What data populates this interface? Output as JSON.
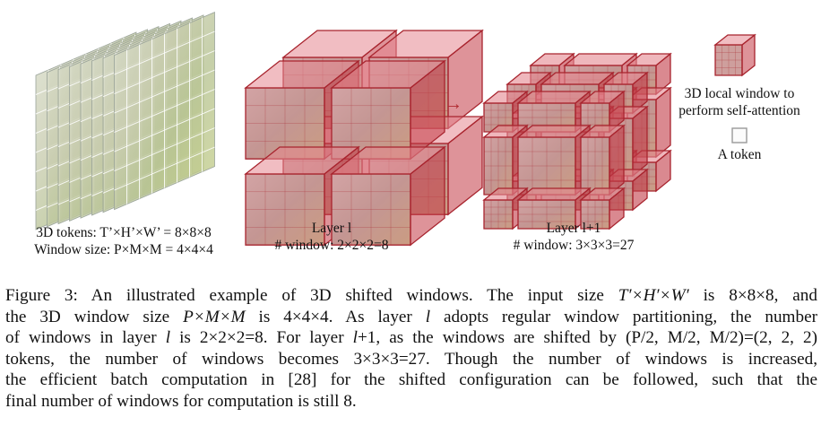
{
  "tokens_panel": {
    "label_line1": "3D tokens: T’×H’×W’ = 8×8×8",
    "label_line2": "Window size: P×M×M = 4×4×4"
  },
  "layer_l_panel": {
    "title": "Layer l",
    "windows": "# window: 2×2×2=8"
  },
  "layer_l1_panel": {
    "title": "Layer l+1",
    "windows": "# window: 3×3×3=27"
  },
  "arrow": "→",
  "legend": {
    "window_line1": "3D local window to",
    "window_line2": "perform self-attention",
    "token_label": "A token"
  },
  "colors": {
    "window_stroke": "#a8242e",
    "window_fill": "#d94a55",
    "token_border": "#9a9a9a"
  },
  "caption": {
    "l1_a": "Figure 3: An illustrated example of 3D shifted windows. The input size ",
    "l1_b": "T′×H′×W′",
    "l1_c": " is 8×8×8, and",
    "l2_a": "the 3D window size ",
    "l2_b": "P×M×M",
    "l2_c": " is 4×4×4. As layer ",
    "l2_d": "l",
    "l2_e": " adopts regular window partitioning, the number",
    "l3_a": "of windows in layer ",
    "l3_b": "l",
    "l3_c": " is 2×2×2=8. For layer ",
    "l3_d": "l",
    "l3_e": "+1, as the windows are shifted by (P/2, M/2, M/2)=(2, 2, 2)",
    "l4": "tokens, the number of windows becomes 3×3×3=27. Though the number of windows is increased,",
    "l5": "the efficient batch computation in [28] for the shifted configuration can be followed, such that the",
    "l6": "final number of windows for computation is still 8."
  }
}
